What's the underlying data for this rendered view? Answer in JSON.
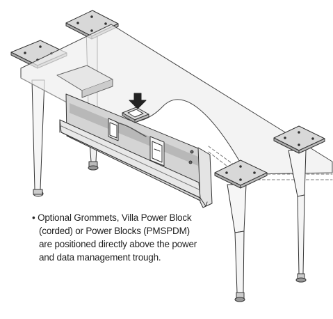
{
  "caption": {
    "lines": [
      "• Optional Grommets, Villa Power Block",
      "(corded) or Power Blocks (PMSPDM)",
      "are positioned directly above the power",
      "and data management trough."
    ]
  },
  "colors": {
    "outline": "#333333",
    "glass": "#eeeeee",
    "trough": "#d4d4d4",
    "arrow": "#222222"
  }
}
